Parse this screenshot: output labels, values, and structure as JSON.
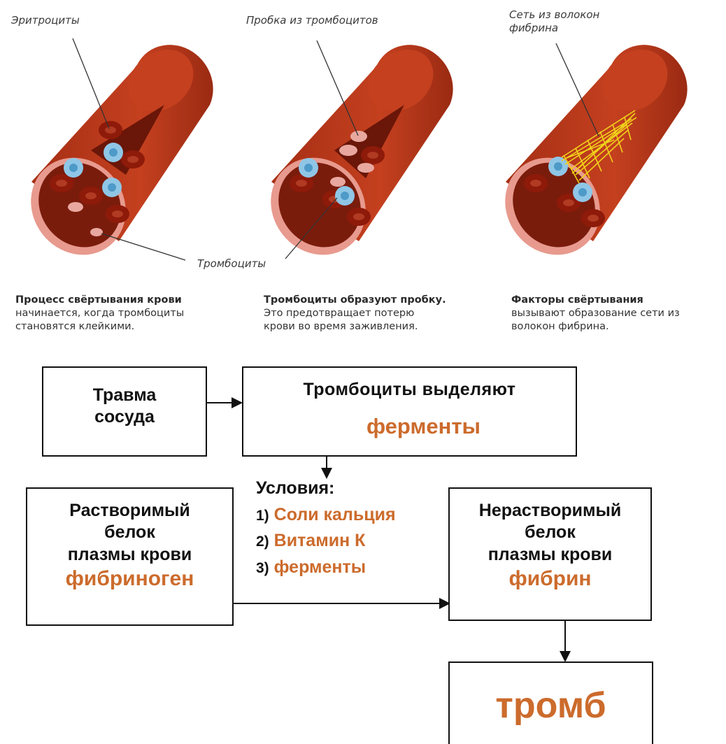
{
  "illustration": {
    "labels": {
      "erythrocytes": "Эритроциты",
      "platelet_plug": "Пробка из тромбоцитов",
      "fibrin_net_line1": "Сеть из волокон",
      "fibrin_net_line2": "фибрина",
      "platelets": "Тромбоциты"
    },
    "captions": [
      {
        "title": "Процесс свёртывания крови",
        "line1": "начинается, когда тромбоциты",
        "line2": "становятся клейкими."
      },
      {
        "title": "Тромбоциты образуют пробку.",
        "line1": "Это предотвращает потерю",
        "line2": "крови во время заживления."
      },
      {
        "title": "Факторы свёртывания",
        "line1": "вызывают образование сети из",
        "line2": "волокон фибрина."
      }
    ],
    "colors": {
      "vessel": "#b8381c",
      "vessel_dark": "#7a1c0c",
      "wall": "#e89a8e",
      "rbc": "#8e1a0a",
      "platelet": "#8fc6e6",
      "fibrin": "#f2d21a"
    }
  },
  "flowchart": {
    "trauma": {
      "line1": "Травма",
      "line2": "сосуда"
    },
    "platelets_release": {
      "text": "Тромбоциты  выделяют",
      "highlight": "ферменты"
    },
    "conditions": {
      "title": "Условия:",
      "items": [
        {
          "num": "1)",
          "text": "Соли кальция"
        },
        {
          "num": "2)",
          "text": "Витамин  К"
        },
        {
          "num": "3)",
          "text": "ферменты"
        }
      ]
    },
    "soluble": {
      "line1": "Растворимый",
      "line2": "белок",
      "line3": "плазмы крови",
      "highlight": "фибриноген"
    },
    "insoluble": {
      "line1": "Нерастворимый",
      "line2": "белок",
      "line3": "плазмы крови",
      "highlight": "фибрин"
    },
    "thrombus": {
      "text": "тромб"
    },
    "accent_color": "#cc6b2c"
  }
}
